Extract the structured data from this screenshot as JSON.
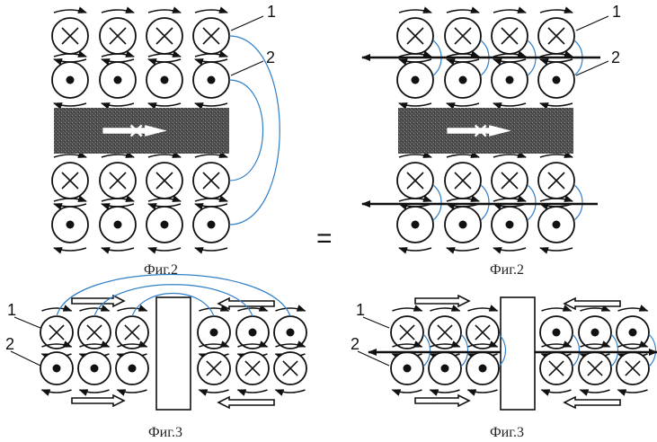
{
  "figures": [
    {
      "id": "fig2-left",
      "caption": "Фиг.2",
      "labels": [
        "1",
        "2"
      ]
    },
    {
      "id": "fig2-right",
      "caption": "Фиг.2",
      "labels": [
        "1",
        "2"
      ]
    },
    {
      "id": "fig3-left",
      "caption": "Фиг.3",
      "labels": [
        "1",
        "2"
      ]
    },
    {
      "id": "fig3-right",
      "caption": "Фиг.3",
      "labels": [
        "1",
        "2"
      ]
    }
  ],
  "equals_sign": "=",
  "conductor_symbols": {
    "into_page": "cross",
    "out_of_page": "dot"
  },
  "colors": {
    "wire": "#2f7fc8",
    "core": "#5a5a5a",
    "stroke": "#111111"
  }
}
